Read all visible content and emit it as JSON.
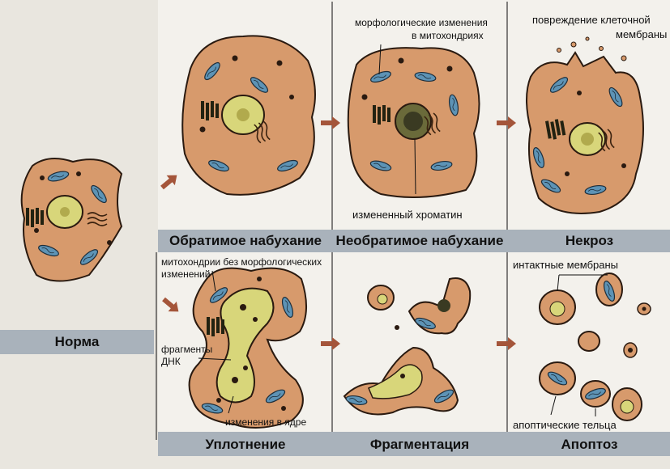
{
  "stages": {
    "norm": "Норма",
    "reversible_swelling": "Обратимое набухание",
    "irreversible_swelling": "Необратимое набухание",
    "necrosis": "Некроз",
    "condensation": "Уплотнение",
    "fragmentation": "Фрагментация",
    "apoptosis": "Апоптоз"
  },
  "annotations": {
    "mito_morph_changes_1": "морфологические изменения",
    "mito_morph_changes_2": "в митохондриях",
    "membrane_damage_1": "повреждение клеточной",
    "membrane_damage_2": "мембраны",
    "changed_chromatin": "измененный хроматин",
    "mito_no_changes_1": "митохондрии без морфологических",
    "mito_no_changes_2": "изменений",
    "dna_fragments_1": "фрагменты",
    "dna_fragments_2": "ДНК",
    "nucleus_changes": "изменения в ядре",
    "intact_membranes": "интактные мембраны",
    "apoptotic_bodies": "апоптические тельца"
  },
  "colors": {
    "cytoplasm": "#d79a6c",
    "cell_outline": "#2a1a10",
    "nucleus": "#d8d67a",
    "mitochondria": "#5d93b5",
    "arrow": "#a4553a",
    "label_band": "#a9b2bb",
    "background": "#e9e6df"
  }
}
